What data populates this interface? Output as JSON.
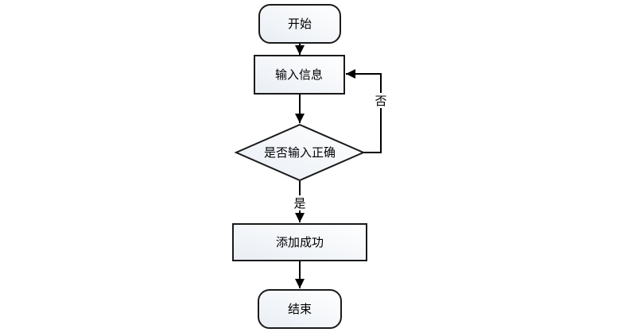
{
  "flowchart": {
    "title": "add-record-flowchart",
    "nodes": {
      "start": {
        "label": "开始",
        "shape": "terminator"
      },
      "input": {
        "label": "输入信息",
        "shape": "process"
      },
      "decision": {
        "label": "是否输入正确",
        "shape": "decision"
      },
      "success": {
        "label": "添加成功",
        "shape": "process"
      },
      "end": {
        "label": "结束",
        "shape": "terminator"
      }
    },
    "edge_labels": {
      "no": "否",
      "yes": "是"
    },
    "edges": [
      {
        "from": "start",
        "to": "input",
        "label": ""
      },
      {
        "from": "input",
        "to": "decision",
        "label": ""
      },
      {
        "from": "decision",
        "to": "input",
        "label": "否"
      },
      {
        "from": "decision",
        "to": "success",
        "label": "是"
      },
      {
        "from": "success",
        "to": "end",
        "label": ""
      }
    ],
    "colors": {
      "background": "#ffffff",
      "node_border": "#1a1a1a",
      "line": "#000000",
      "text": "#000000",
      "fill_light": "#ffffff",
      "fill_shade": "#e9eef4"
    }
  }
}
